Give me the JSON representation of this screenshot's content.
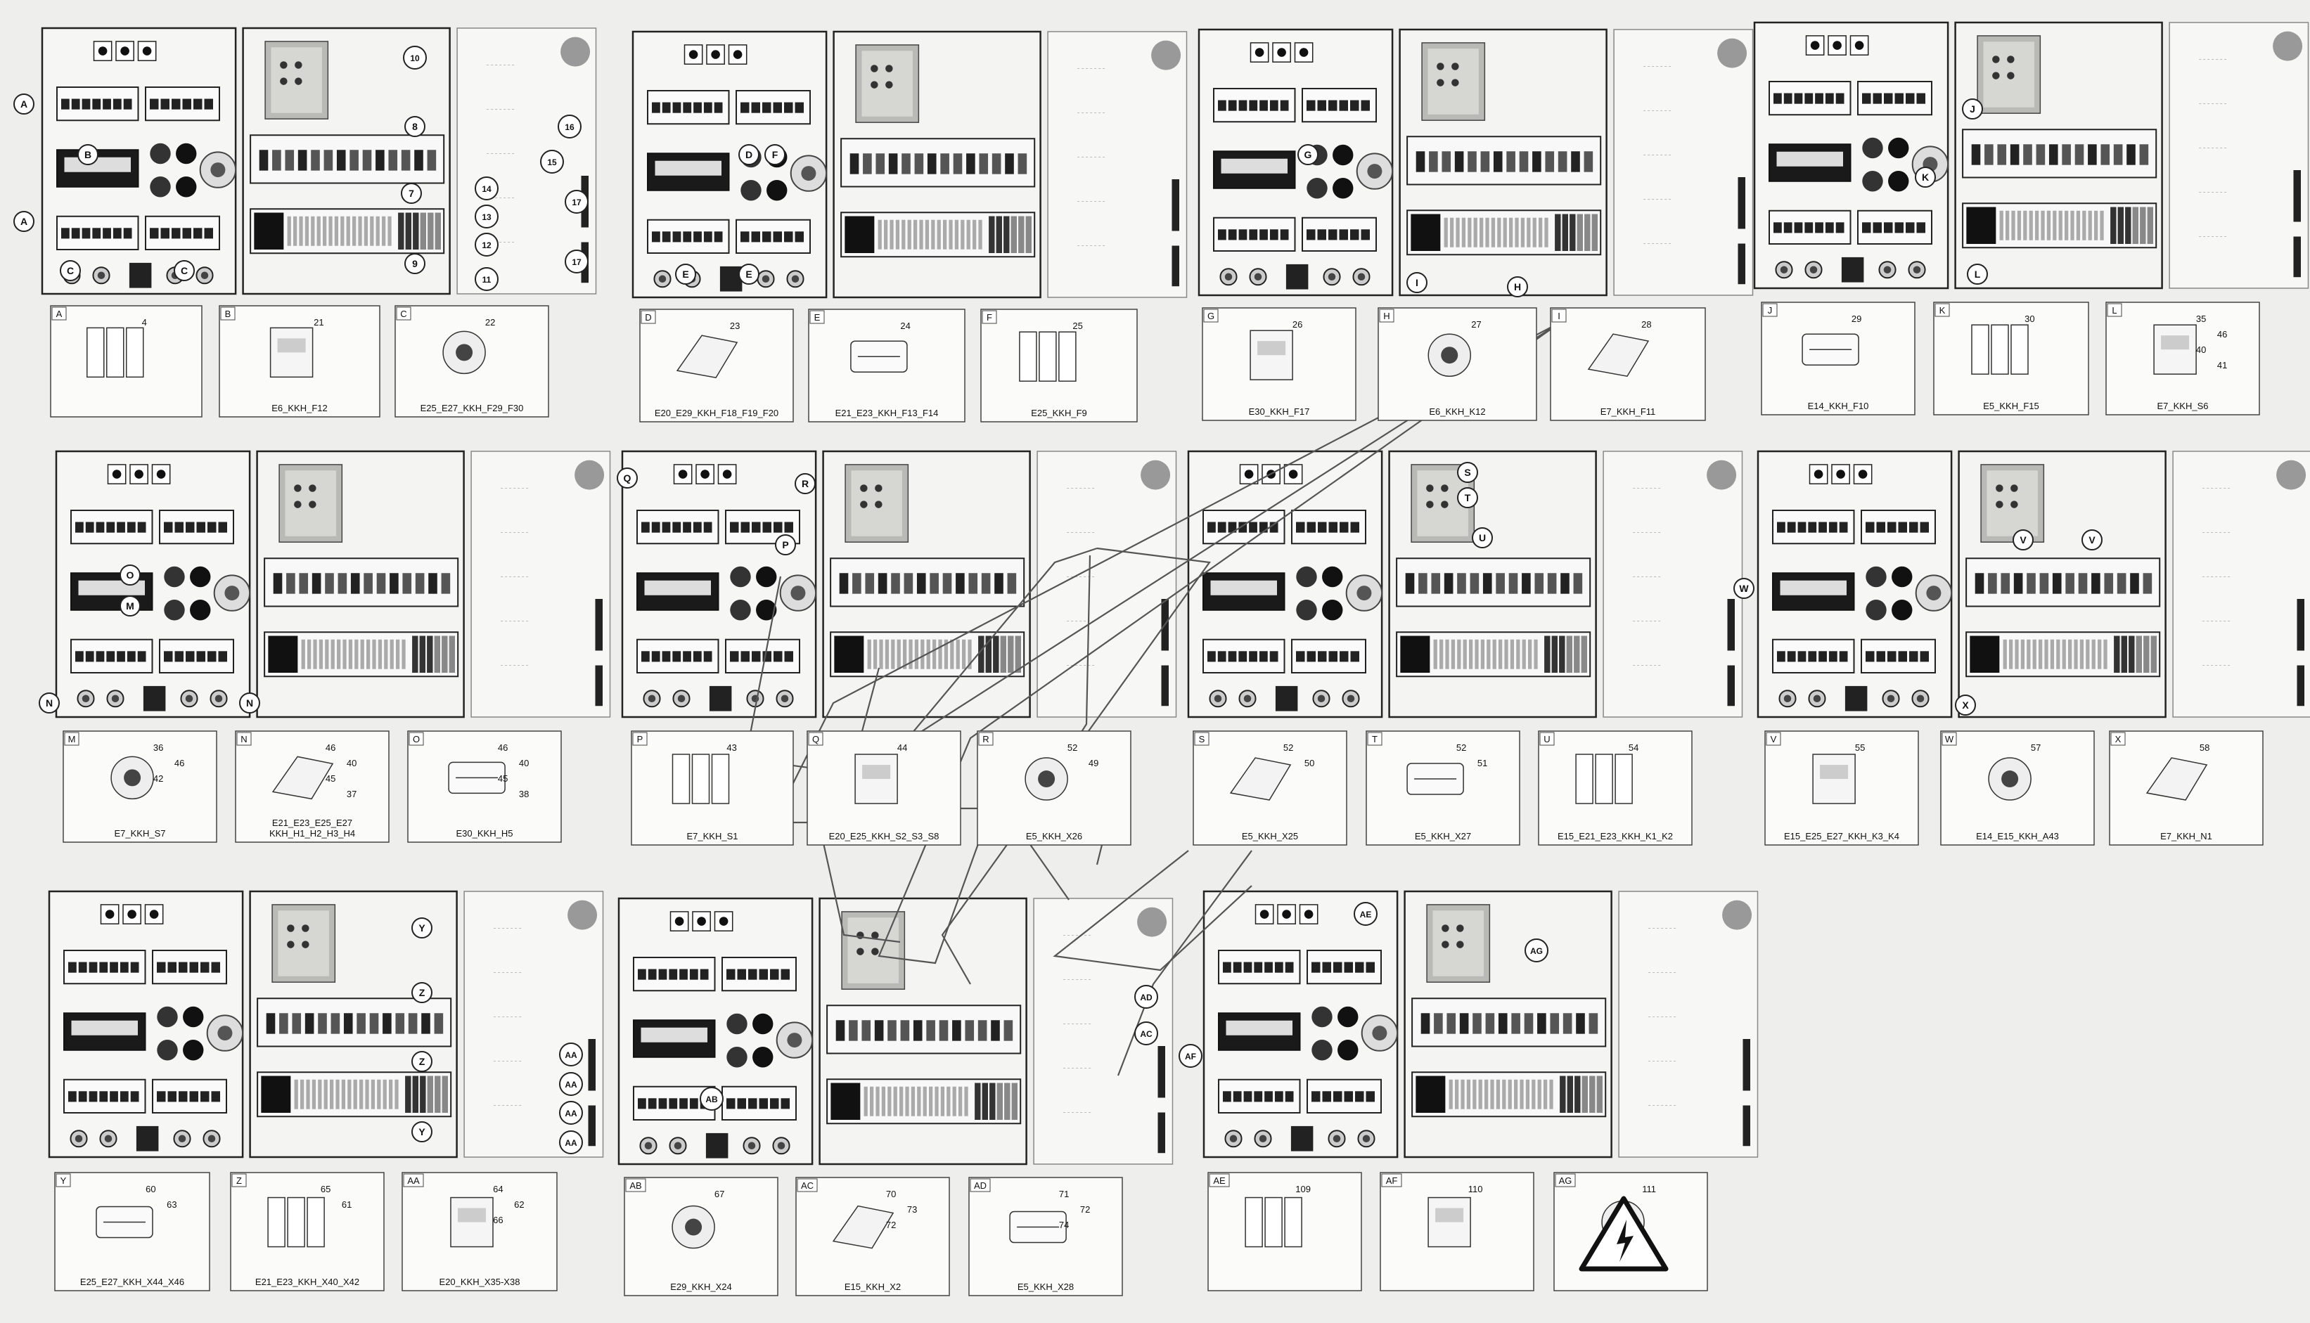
{
  "callout_labels": [
    "10",
    "8",
    "16",
    "15",
    "7",
    "14",
    "13",
    "17",
    "12",
    "9",
    "11",
    "17",
    "A",
    "A",
    "B",
    "C",
    "C",
    "D",
    "E",
    "E",
    "F",
    "G",
    "H",
    "I",
    "J",
    "K",
    "L",
    "M",
    "N",
    "N",
    "O",
    "P",
    "Q",
    "R",
    "S",
    "T",
    "U",
    "V",
    "V",
    "W",
    "X",
    "Y",
    "Y",
    "Z",
    "Z",
    "AA",
    "AA",
    "AA",
    "AA",
    "AB",
    "AC",
    "AD",
    "AE",
    "AF",
    "AG"
  ],
  "parts": [
    {
      "tag": "A",
      "num": "4",
      "caption": ""
    },
    {
      "tag": "B",
      "num": "21",
      "caption": "E6_KKH_F12"
    },
    {
      "tag": "C",
      "num": "22",
      "caption": "E25_E27_KKH_F29_F30"
    },
    {
      "tag": "D",
      "num": "23",
      "caption": "E20_E29_KKH_F18_F19_F20"
    },
    {
      "tag": "E",
      "num": "24",
      "caption": "E21_E23_KKH_F13_F14"
    },
    {
      "tag": "F",
      "num": "25",
      "caption": "E25_KKH_F9"
    },
    {
      "tag": "G",
      "num": "26",
      "caption": "E30_KKH_F17"
    },
    {
      "tag": "H",
      "num": "27",
      "caption": "E6_KKH_K12"
    },
    {
      "tag": "I",
      "num": "28",
      "caption": "E7_KKH_F11"
    },
    {
      "tag": "J",
      "num": "29",
      "caption": "E14_KKH_F10"
    },
    {
      "tag": "K",
      "num": "30",
      "caption": "E5_KKH_F15"
    },
    {
      "tag": "L",
      "num": "35 46 40 41",
      "caption": "E7_KKH_S6"
    },
    {
      "tag": "M",
      "num": "36 46 42",
      "caption": "E7_KKH_S7"
    },
    {
      "tag": "N",
      "num": "46 40 45 37",
      "caption": "E21_E23_E25_E27\nKKH_H1_H2_H3_H4"
    },
    {
      "tag": "O",
      "num": "46 40 45 38",
      "caption": "E30_KKH_H5"
    },
    {
      "tag": "P",
      "num": "43",
      "caption": "E7_KKH_S1"
    },
    {
      "tag": "Q",
      "num": "44",
      "caption": "E20_E25_KKH_S2_S3_S8"
    },
    {
      "tag": "R",
      "num": "52 49",
      "caption": "E5_KKH_X26"
    },
    {
      "tag": "S",
      "num": "52 50",
      "caption": "E5_KKH_X25"
    },
    {
      "tag": "T",
      "num": "52 51",
      "caption": "E5_KKH_X27"
    },
    {
      "tag": "U",
      "num": "54",
      "caption": "E15_E21_E23_KKH_K1_K2"
    },
    {
      "tag": "V",
      "num": "55",
      "caption": "E15_E25_E27_KKH_K3_K4"
    },
    {
      "tag": "W",
      "num": "57",
      "caption": "E14_E15_KKH_A43"
    },
    {
      "tag": "X",
      "num": "58",
      "caption": "E7_KKH_N1"
    },
    {
      "tag": "Y",
      "num": "60 63",
      "caption": "E25_E27_KKH_X44_X46"
    },
    {
      "tag": "Z",
      "num": "65 61",
      "caption": "E21_E23_KKH_X40_X42"
    },
    {
      "tag": "AA",
      "num": "64 62 66",
      "caption": "E20_KKH_X35-X38"
    },
    {
      "tag": "AB",
      "num": "67",
      "caption": "E29_KKH_X24"
    },
    {
      "tag": "AC",
      "num": "70 73 72",
      "caption": "E15_KKH_X2"
    },
    {
      "tag": "AD",
      "num": "71 72 74",
      "caption": "E5_KKH_X28"
    },
    {
      "tag": "AE",
      "num": "109",
      "caption": ""
    },
    {
      "tag": "AF",
      "num": "110",
      "caption": ""
    },
    {
      "tag": "AG",
      "num": "111",
      "caption": ""
    }
  ]
}
